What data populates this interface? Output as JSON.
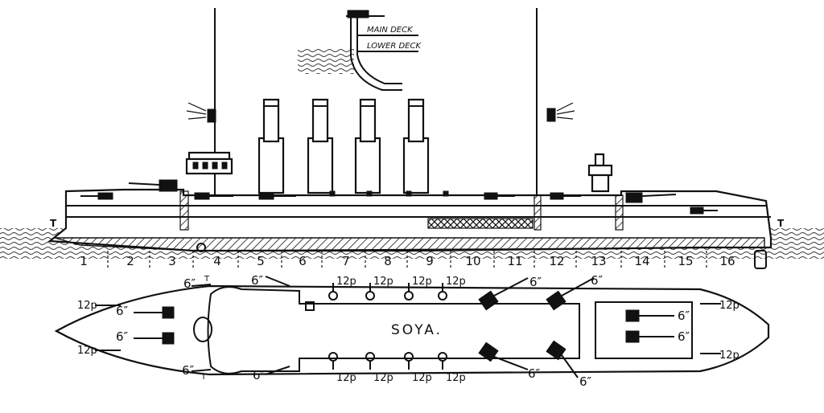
{
  "inset": {
    "upper_label": "MAIN DECK",
    "lower_label": "LOWER DECK"
  },
  "ship_name": "SOYA.",
  "torpedo_mark": "T",
  "compartments": [
    "1",
    "2",
    "3",
    "4",
    "5",
    "6",
    "7",
    "8",
    "9",
    "10",
    "11",
    "12",
    "13",
    "14",
    "15",
    "16"
  ],
  "gun_labels": {
    "six_inch": "6″",
    "twelve_pdr": "12p"
  }
}
